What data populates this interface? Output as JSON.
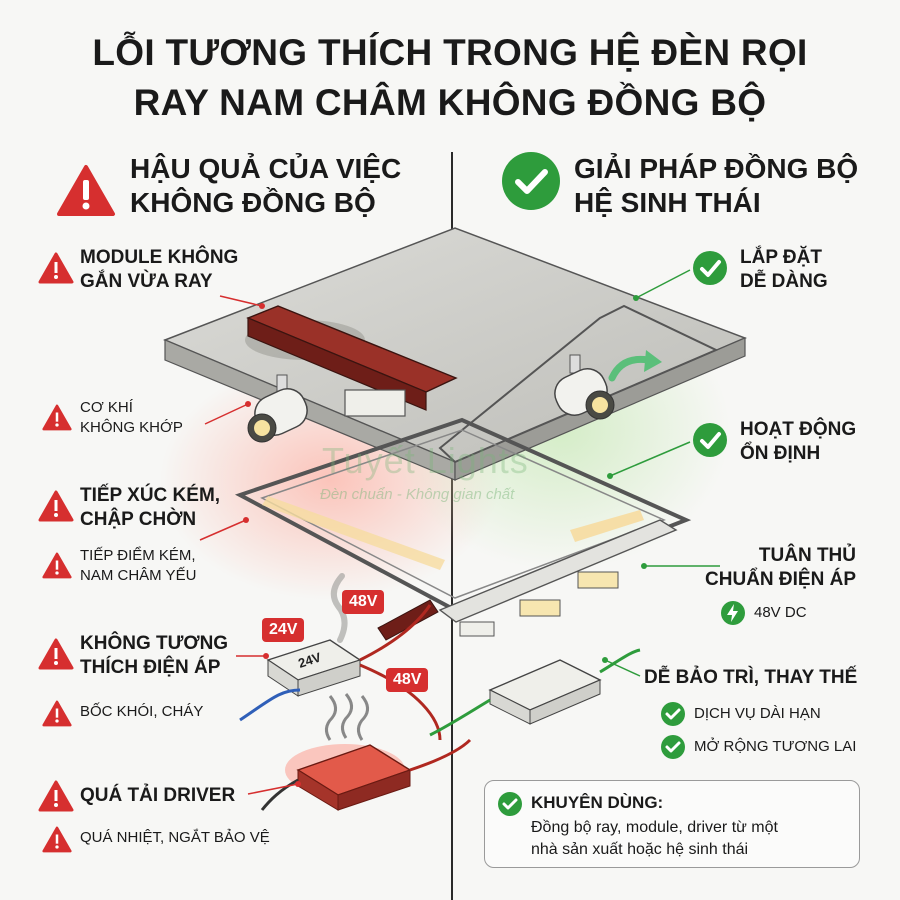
{
  "title": {
    "line1": "LỖI TƯƠNG THÍCH TRONG HỆ ĐÈN RỌI",
    "line2": "RAY NAM CHÂM KHÔNG ĐỒNG BỘ"
  },
  "left": {
    "heading_line1": "HẬU QUẢ CỦA VIỆC",
    "heading_line2": "KHÔNG ĐỒNG BỘ",
    "items": [
      {
        "title_line1": "MODULE KHÔNG",
        "title_line2": "GẮN VỪA RAY"
      },
      {
        "sub_line1": "CƠ KHÍ",
        "sub_line2": "KHÔNG KHỚP"
      },
      {
        "title_line1": "TIẾP XÚC KÉM,",
        "title_line2": "CHẬP CHỜN"
      },
      {
        "sub_line1": "TIẾP ĐIỂM KÉM,",
        "sub_line2": "NAM CHÂM YẾU"
      },
      {
        "title_line1": "KHÔNG TƯƠNG",
        "title_line2": "THÍCH ĐIỆN ÁP"
      },
      {
        "sub_line1": "BỐC KHÓI, CHÁY"
      },
      {
        "title_line1": "QUÁ TẢI DRIVER"
      },
      {
        "sub_line1": "QUÁ NHIỆT, NGẮT BẢO VỆ"
      }
    ]
  },
  "right": {
    "heading_line1": "GIẢI PHÁP ĐỒNG BỘ",
    "heading_line2": "HỆ SINH THÁI",
    "items": [
      {
        "title_line1": "LẮP ĐẶT",
        "title_line2": "DỄ DÀNG"
      },
      {
        "title_line1": "HOẠT ĐỘNG",
        "title_line2": "ỔN ĐỊNH"
      },
      {
        "title_line1": "TUÂN THỦ",
        "title_line2": "CHUẨN ĐIỆN ÁP",
        "sub": "48V DC"
      },
      {
        "title_line1": "DỄ BẢO TRÌ, THAY THẾ",
        "sub1": "DỊCH VỤ DÀI HẠN",
        "sub2": "MỞ RỘNG TƯƠNG LAI"
      }
    ]
  },
  "badges": {
    "v48_top": "48V",
    "v24": "24V",
    "v48_bottom": "48V",
    "driver_label": "24V"
  },
  "watermark": {
    "brand": "Tuyết Lights",
    "tagline": "Đèn chuẩn - Không gian chất"
  },
  "recommendation": {
    "title": "KHUYÊN DÙNG:",
    "text_line1": "Đồng bộ ray, module, driver từ một",
    "text_line2": "nhà sản xuất hoặc hệ sinh thái"
  },
  "colors": {
    "warning_red": "#d62f2f",
    "ok_green": "#2e9c3c",
    "rail_red": "#8a2a22"
  }
}
